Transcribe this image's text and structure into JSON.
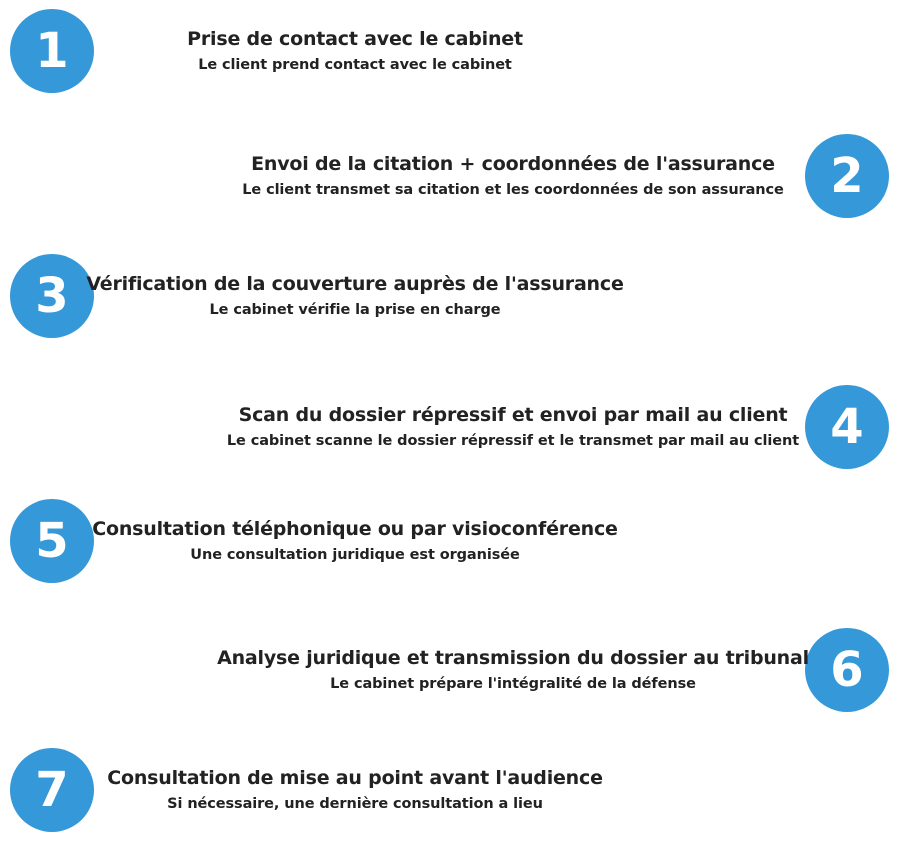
{
  "accent_color": "#3598d9",
  "text_color": "#222222",
  "steps": [
    {
      "number": "1",
      "side": "left",
      "title": "Prise de contact avec le cabinet",
      "subtitle": "Le client prend contact avec le cabinet"
    },
    {
      "number": "2",
      "side": "right",
      "title": "Envoi de la citation + coordonnées de l'assurance",
      "subtitle": "Le client transmet sa citation et les coordonnées de son assurance"
    },
    {
      "number": "3",
      "side": "left",
      "title": "Vérification de la couverture auprès de l'assurance",
      "subtitle": "Le cabinet vérifie la prise en charge"
    },
    {
      "number": "4",
      "side": "right",
      "title": "Scan du dossier répressif et envoi par mail au client",
      "subtitle": "Le cabinet scanne le dossier répressif et le transmet par mail au client"
    },
    {
      "number": "5",
      "side": "left",
      "title": "Consultation téléphonique ou par visioconférence",
      "subtitle": "Une consultation juridique est organisée"
    },
    {
      "number": "6",
      "side": "right",
      "title": "Analyse juridique et transmission du dossier au tribunal",
      "subtitle": "Le cabinet prépare l'intégralité de la défense"
    },
    {
      "number": "7",
      "side": "left",
      "title": "Consultation de mise au point avant l'audience",
      "subtitle": "Si nécessaire, une dernière consultation a lieu"
    }
  ]
}
